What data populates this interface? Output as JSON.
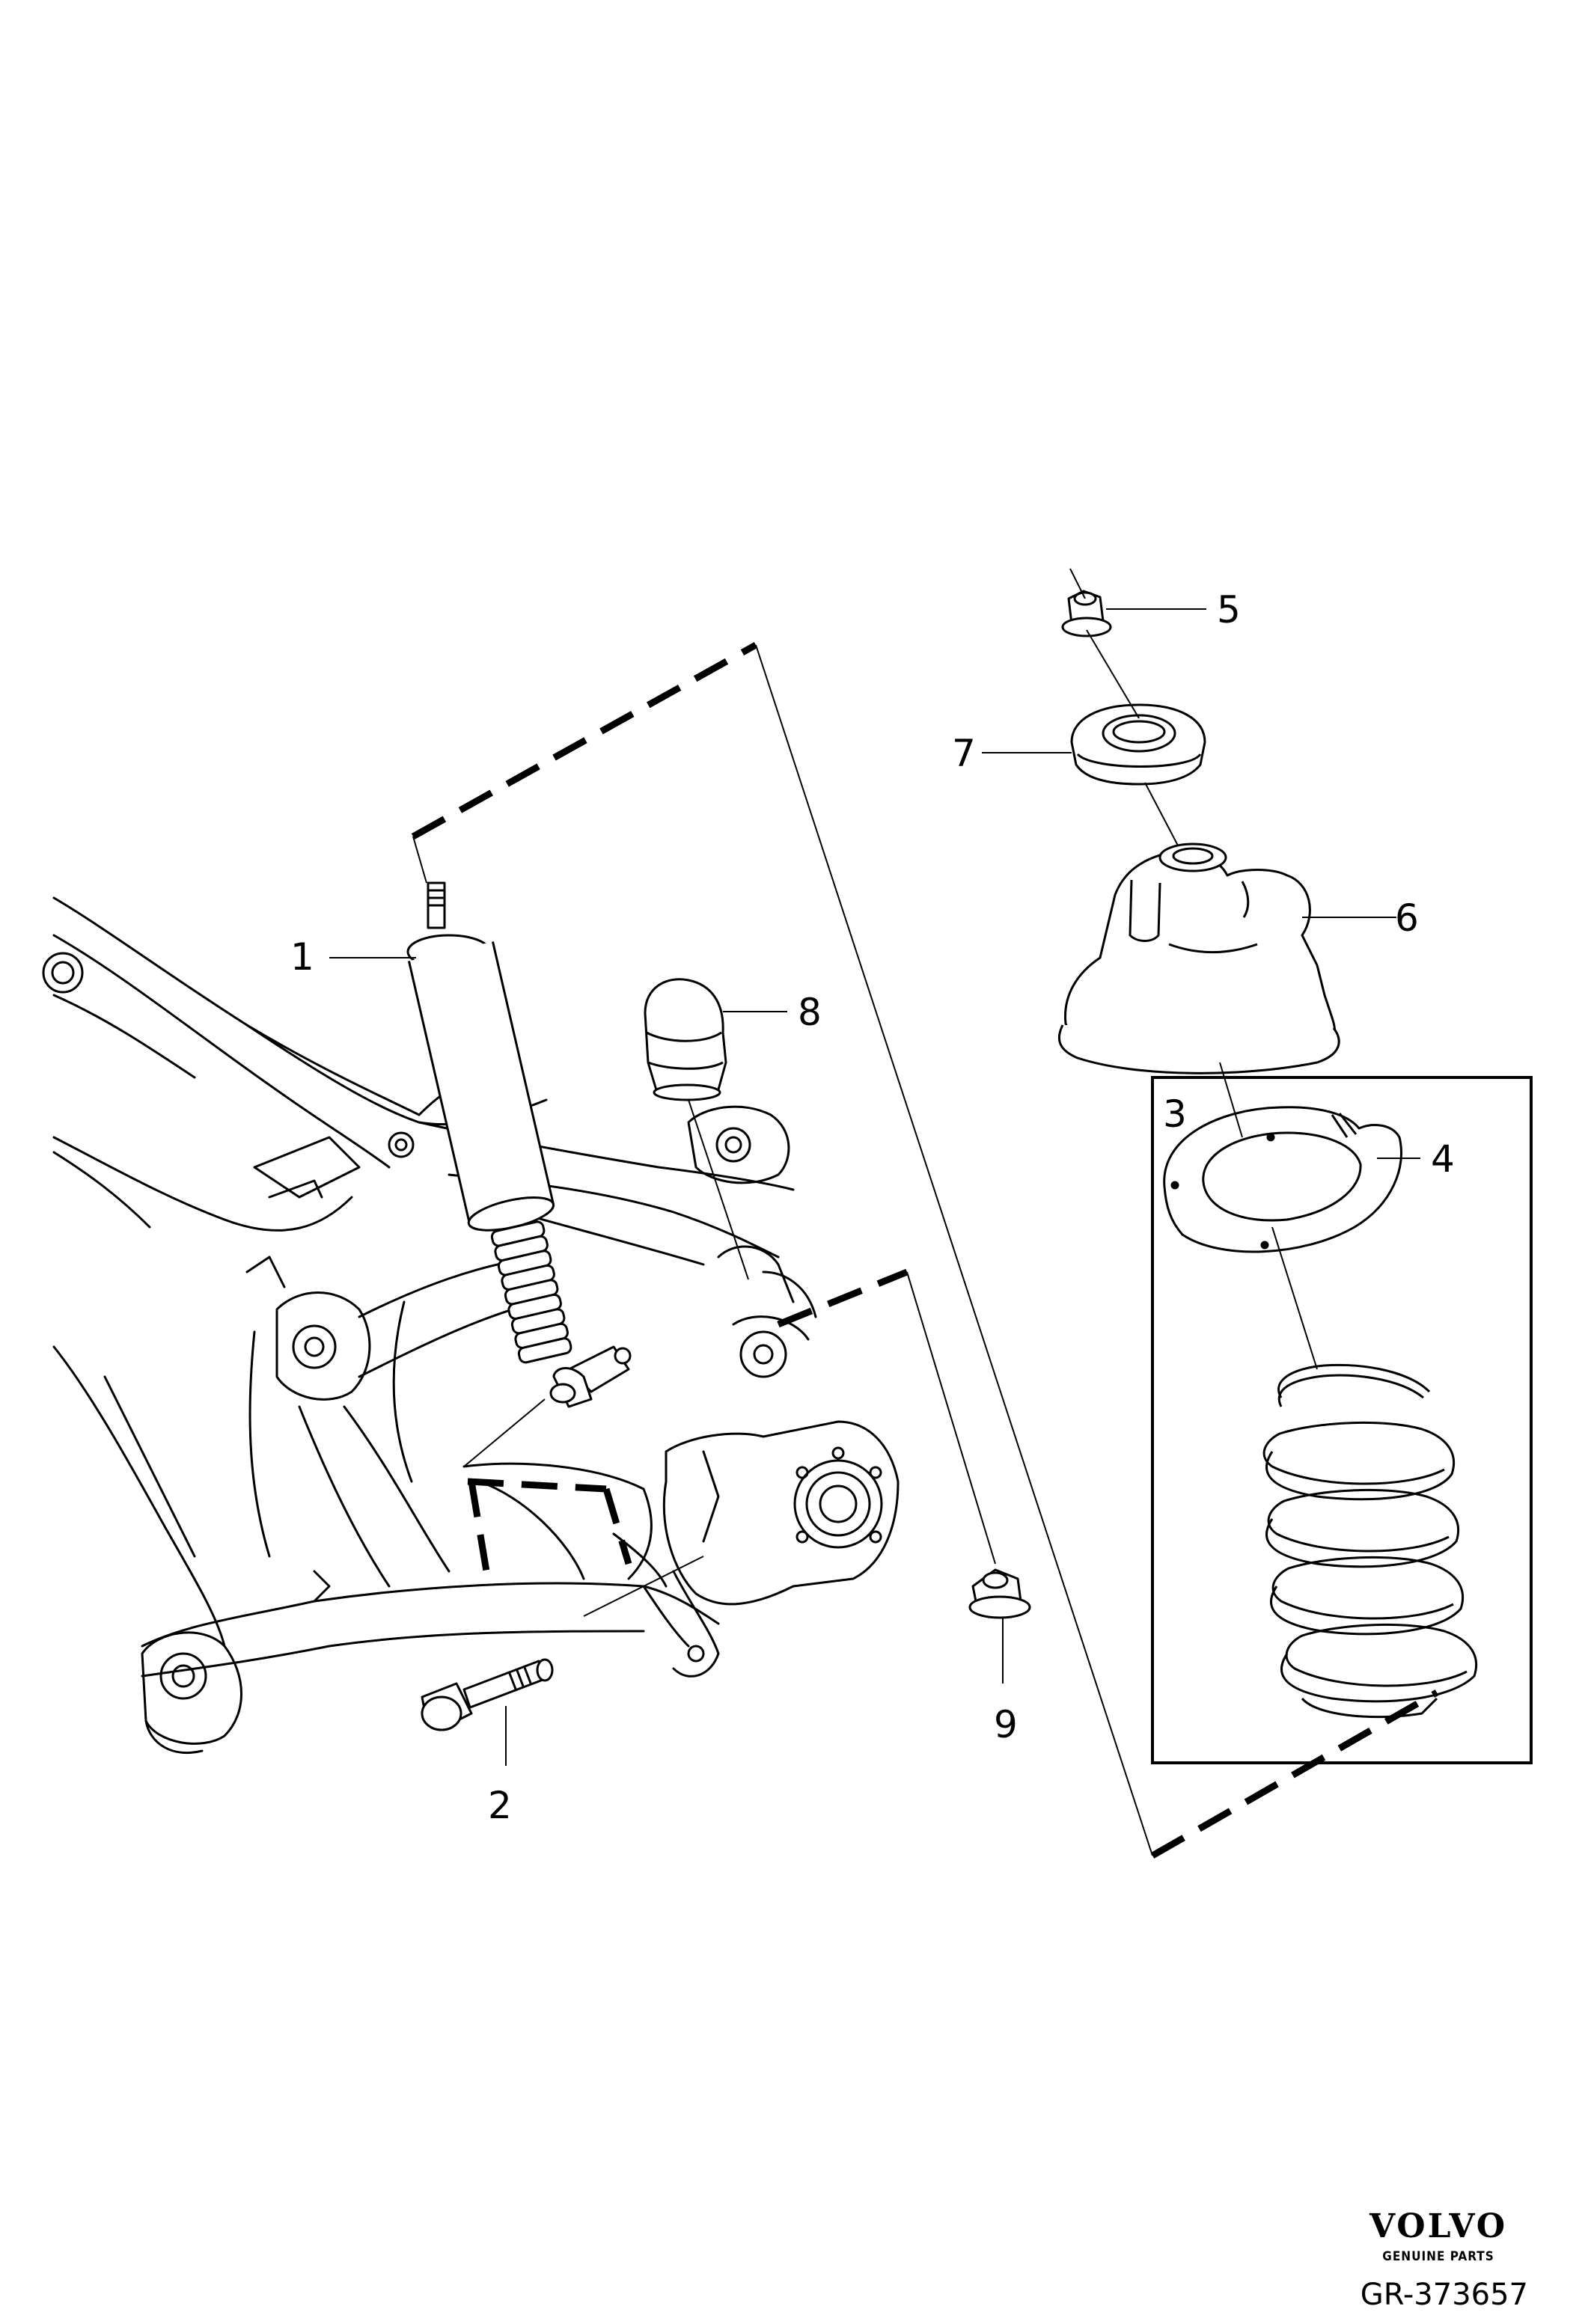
{
  "callouts": {
    "c1": "1",
    "c2": "2",
    "c3": "3",
    "c4": "4",
    "c5": "5",
    "c6": "6",
    "c7": "7",
    "c8": "8",
    "c9": "9"
  },
  "brand": {
    "logo": "VOLVO",
    "subtitle": "GENUINE PARTS"
  },
  "figure_ref": "GR-373657",
  "colors": {
    "line": "#000000",
    "background": "#ffffff"
  }
}
